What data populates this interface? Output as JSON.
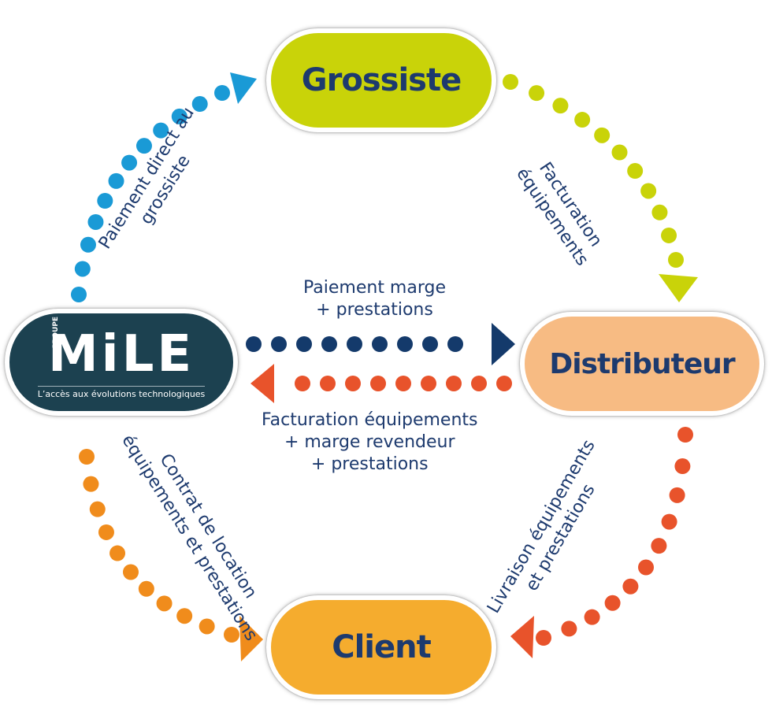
{
  "nodes": {
    "grossiste": "Grossiste",
    "distributeur": "Distributeur",
    "client": "Client",
    "mile": {
      "groupe": "GROUPE",
      "name": "MiLE",
      "tagline": "L’accès aux évolutions technologiques"
    }
  },
  "labels": {
    "paiement_direct_1": "Paiement direct au",
    "paiement_direct_2": "grossiste",
    "facturation_1": "Facturation",
    "facturation_2": "équipements",
    "paiement_marge_1": "Paiement marge",
    "paiement_marge_2": "+ prestations",
    "facturation_rev_1": "Facturation équipements",
    "facturation_rev_2": "+ marge revendeur",
    "facturation_rev_3": "+ prestations",
    "contrat_1": "Contrat de location",
    "contrat_2": "équipements et prestations",
    "livraison_1": "Livraison équipements",
    "livraison_2": "et prestations"
  },
  "colors": {
    "grossiste": "#c9d309",
    "distributeur": "#f7bb83",
    "client": "#f5ac2e",
    "mile": "#1c4150",
    "text": "#1d3a6e",
    "blue_arrow": "#1a9ad6",
    "green_arrow": "#c9d309",
    "navy_arrow": "#143a6b",
    "red_arrow": "#e8532b",
    "orange_arrow": "#f08c1c"
  }
}
